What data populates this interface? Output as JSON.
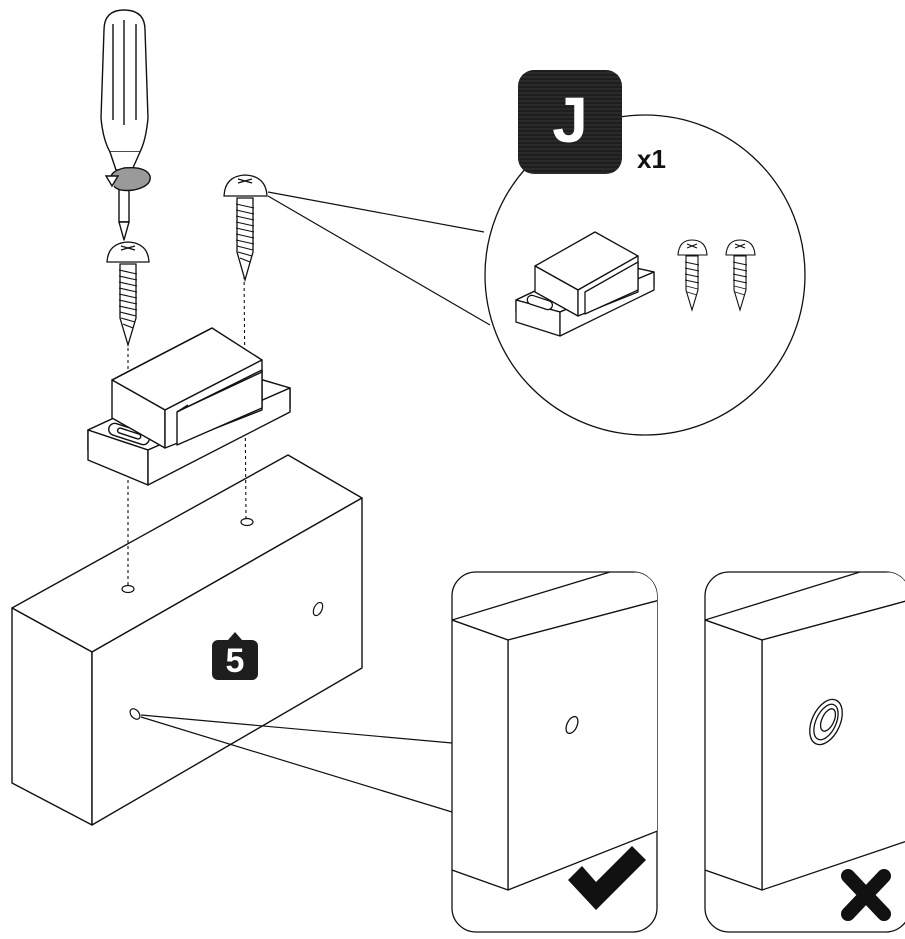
{
  "part": {
    "letter": "J",
    "quantity": "x1"
  },
  "panel_label": "5",
  "verdicts": {
    "correct_icon": "check-mark-icon",
    "incorrect_icon": "x-mark-icon"
  },
  "colors": {
    "ink": "#111111",
    "badge": "#1e1e1e",
    "paper": "#ffffff"
  }
}
